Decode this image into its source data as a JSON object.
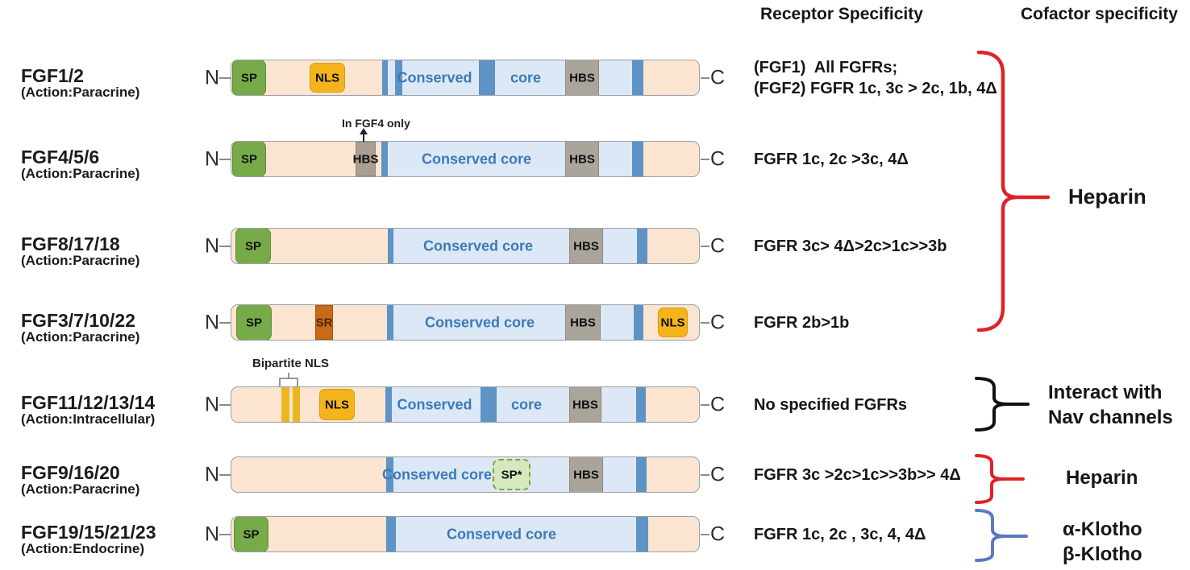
{
  "headers": {
    "receptor_specificity": "Receptor Specificity",
    "cofactor_specificity": "Cofactor specificity"
  },
  "terminals": {
    "n": "N",
    "c": "C"
  },
  "domain_labels": {
    "sp": "SP",
    "nls": "NLS",
    "hbs": "HBS",
    "sr": "SR",
    "sp_star": "SP*",
    "conserved": "Conserved",
    "core": "core",
    "conserved_core": "Conserved core"
  },
  "annotations": {
    "in_fgf4_only": "In FGF4 only",
    "bipartite_nls": "Bipartite NLS"
  },
  "rows": [
    {
      "name": "FGF1/2",
      "action": "(Action:Paracrine)",
      "receptor_line1": "(FGF1)  All FGFRs;",
      "receptor_line2": "(FGF2) FGFR 1c, 3c > 2c, 1b, 4Δ"
    },
    {
      "name": "FGF4/5/6",
      "action": "(Action:Paracrine)",
      "receptor": "FGFR 1c, 2c >3c, 4Δ"
    },
    {
      "name": "FGF8/17/18",
      "action": "(Action:Paracrine)",
      "receptor": "FGFR 3c> 4Δ>2c>1c>>3b"
    },
    {
      "name": "FGF3/7/10/22",
      "action": "(Action:Paracrine)",
      "receptor": "FGFR 2b>1b"
    },
    {
      "name": "FGF11/12/13/14",
      "action": "(Action:Intracellular)",
      "receptor": "No specified FGFRs"
    },
    {
      "name": "FGF9/16/20",
      "action": "(Action:Paracrine)",
      "receptor": "FGFR 3c >2c>1c>>3b>> 4Δ"
    },
    {
      "name": "FGF19/15/21/23",
      "action": "(Action:Endocrine)",
      "receptor": "FGFR 1c, 2c , 3c, 4, 4Δ"
    }
  ],
  "cofactors": {
    "heparin_main": "Heparin",
    "nav_line1": "Interact with",
    "nav_line2": "Nav channels",
    "heparin_fgf9": "Heparin",
    "alpha_klotho": "α-Klotho",
    "beta_klotho": "β-Klotho"
  },
  "colors": {
    "peach": "#fbe5d1",
    "light_blue": "#dce8f5",
    "blue": "#5e93c5",
    "sp_green": "#77ab4a",
    "nls_yellow": "#f4b41d",
    "hbs_gray": "#aaa49b",
    "sr_orange": "#c9691a",
    "sp_star_green": "#d6e8bd",
    "conserved_text": "#3c7ab8",
    "brace_red": "#e02128",
    "brace_black": "#111111",
    "brace_blue": "#5b79c0"
  }
}
